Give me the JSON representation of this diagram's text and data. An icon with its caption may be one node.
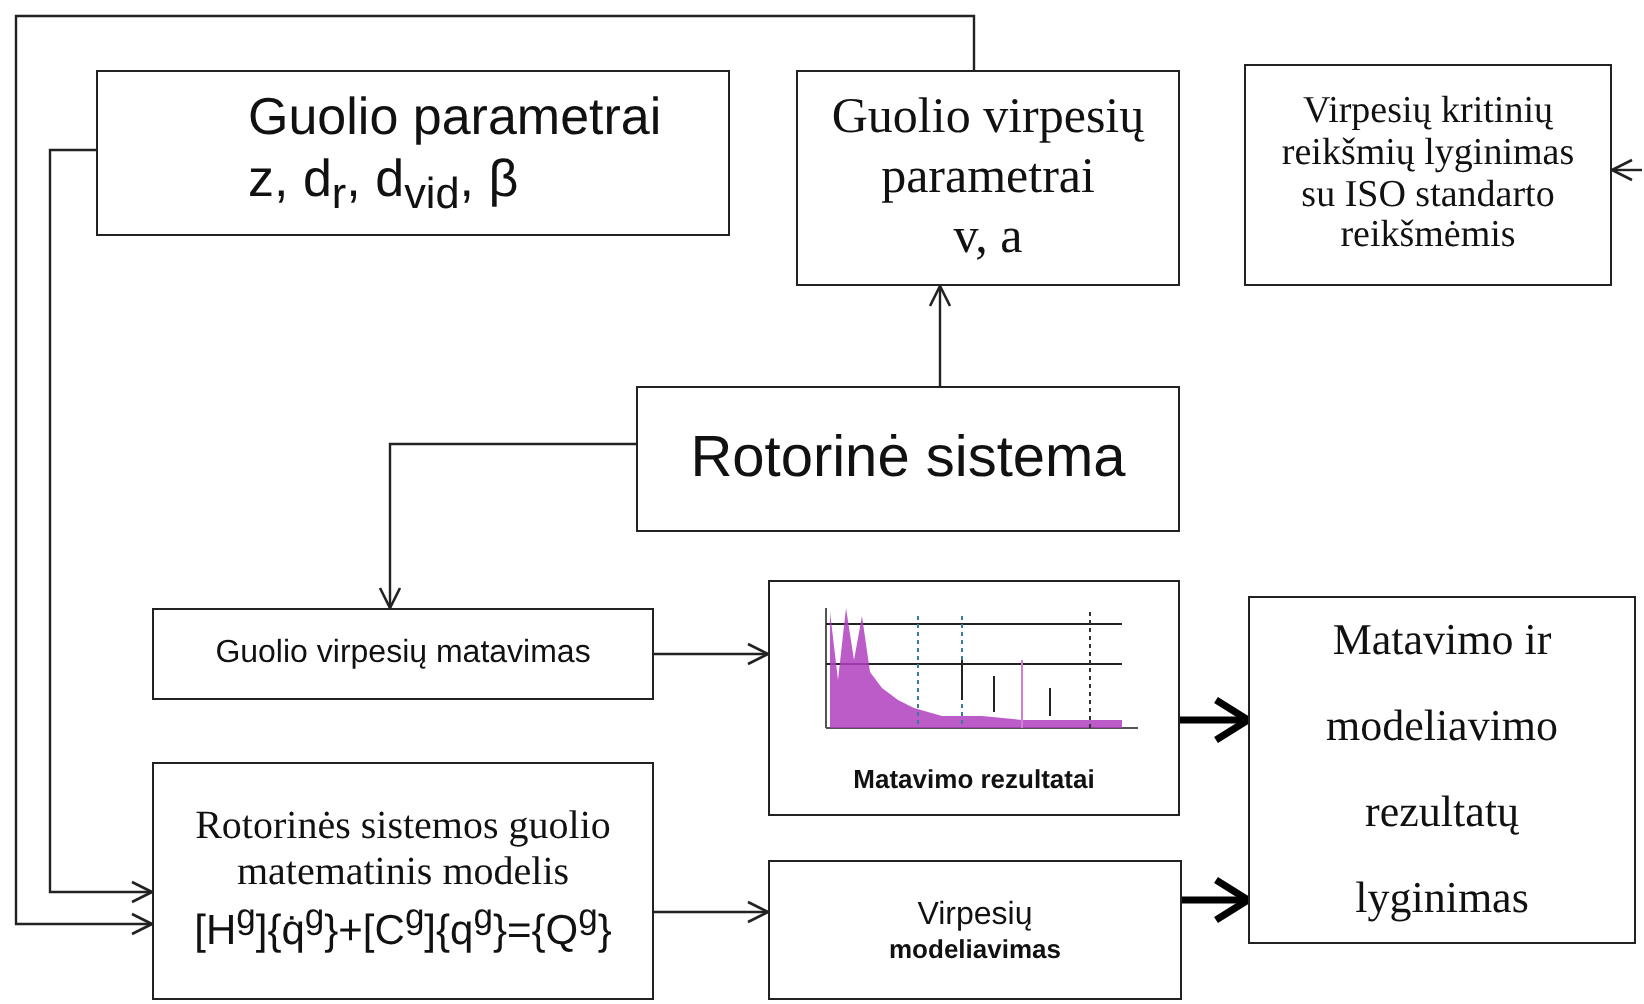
{
  "diagram": {
    "nodes": [
      {
        "text": [
          "Guolio parametrai",
          "z, d$_{r}$, d$_{vid}$,  β"
        ]
      },
      {
        "text": [
          "Guolio virpesių parametrai",
          "v, a"
        ]
      },
      {
        "text": [
          "Virpesių kritinių reikšmių lyginimas su ISO standarto reikšmėmis"
        ]
      },
      {
        "text": [
          "Rotorinė sistema"
        ]
      },
      {
        "text": [
          "Guolio virpesių matavimas"
        ]
      },
      {
        "text": [
          "Matavimo rezultatai"
        ]
      },
      {
        "text": [
          "Matavimo ir modeliavimo rezultatų lyginimas"
        ]
      },
      {
        "text": [
          "Rotorinės sistemos guolio matematinis modelis",
          "[H$^{g}$]{q̇$^{g}$}+[C$^{g}$]{q$^{g}$}={Q$^{g}$}"
        ]
      },
      {
        "text": [
          "Virpesių",
          "modeliavimas"
        ]
      }
    ],
    "edges": [
      {
        "from": 3,
        "to": 1,
        "arrow": "to"
      },
      {
        "from": 3,
        "to": 4,
        "arrow": "to"
      },
      {
        "from": 4,
        "to": 5,
        "arrow": "to"
      },
      {
        "from": 0,
        "to": 7,
        "arrow": "to"
      },
      {
        "from": 1,
        "to": 7,
        "arrow": "to"
      },
      {
        "from": 7,
        "to": 8,
        "arrow": "to"
      },
      {
        "from": 5,
        "to": 6,
        "arrow": "to",
        "style": "thick"
      },
      {
        "from": 8,
        "to": 6,
        "arrow": "to",
        "style": "thick"
      },
      {
        "from": null,
        "to": 2,
        "arrow": "to"
      }
    ]
  }
}
